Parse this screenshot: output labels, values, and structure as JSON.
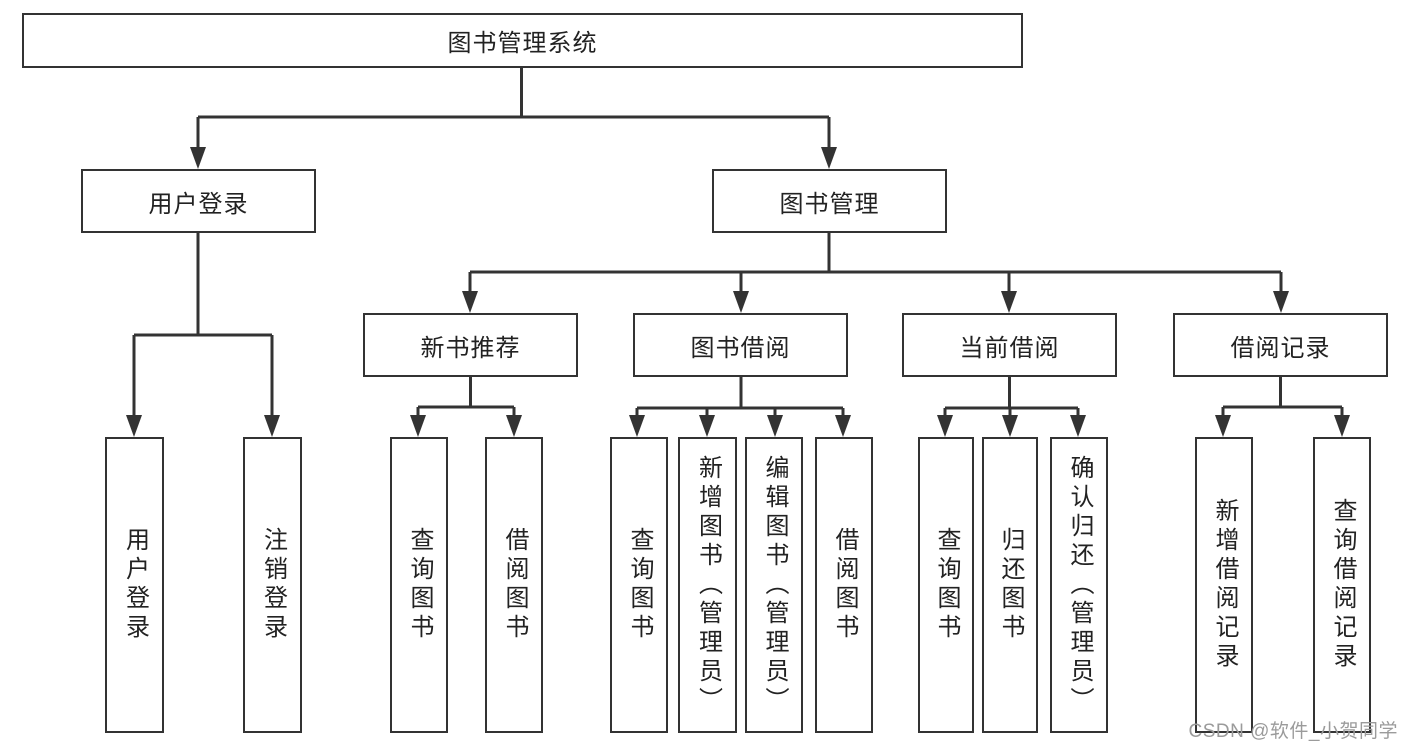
{
  "diagram": {
    "type": "hierarchy-tree",
    "colors": {
      "line": "#333333",
      "box_border": "#333333",
      "text": "#222222",
      "watermark": "#9b9b9b",
      "background": "#ffffff"
    },
    "tree": {
      "label": "图书管理系统",
      "children": [
        {
          "label": "用户登录",
          "children": [
            {
              "label": "用户登录"
            },
            {
              "label": "注销登录"
            }
          ]
        },
        {
          "label": "图书管理",
          "children": [
            {
              "label": "新书推荐",
              "children": [
                {
                  "label": "查询图书"
                },
                {
                  "label": "借阅图书"
                }
              ]
            },
            {
              "label": "图书借阅",
              "children": [
                {
                  "label": "查询图书"
                },
                {
                  "label": "新增图书（管理员）"
                },
                {
                  "label": "编辑图书（管理员）"
                },
                {
                  "label": "借阅图书"
                }
              ]
            },
            {
              "label": "当前借阅",
              "children": [
                {
                  "label": "查询图书"
                },
                {
                  "label": "归还图书"
                },
                {
                  "label": "确认归还（管理员）"
                }
              ]
            },
            {
              "label": "借阅记录",
              "children": [
                {
                  "label": "新增借阅记录"
                },
                {
                  "label": "查询借阅记录"
                }
              ]
            }
          ]
        }
      ]
    },
    "watermark": {
      "text": "CSDN @软件_小贺同学"
    }
  }
}
